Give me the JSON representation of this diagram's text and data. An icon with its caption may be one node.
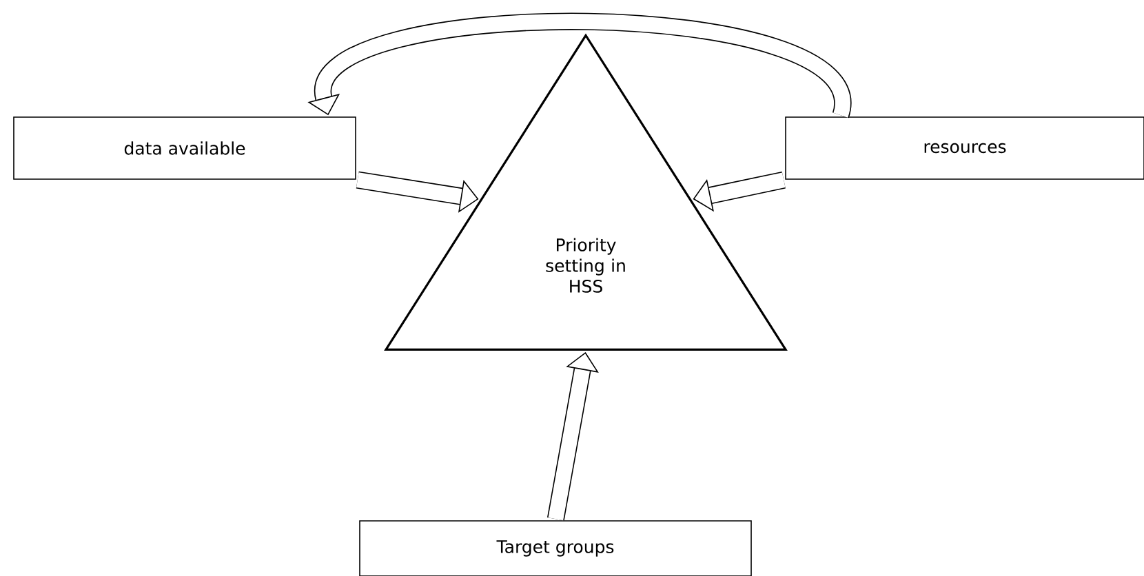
{
  "diagram": {
    "nodes": [
      {
        "text": [
          "data available"
        ]
      },
      {
        "text": [
          "Priority setting in HSS"
        ]
      },
      {
        "text": [
          "resources"
        ]
      },
      {
        "text": [
          "Target groups"
        ]
      }
    ],
    "edges": [
      {
        "from": 0,
        "to": 1,
        "arrow": "to"
      },
      {
        "from": 2,
        "to": 1,
        "arrow": "to"
      },
      {
        "from": 3,
        "to": 1,
        "arrow": "to"
      },
      {
        "from": 2,
        "to": 0,
        "arrow": "to"
      }
    ]
  }
}
